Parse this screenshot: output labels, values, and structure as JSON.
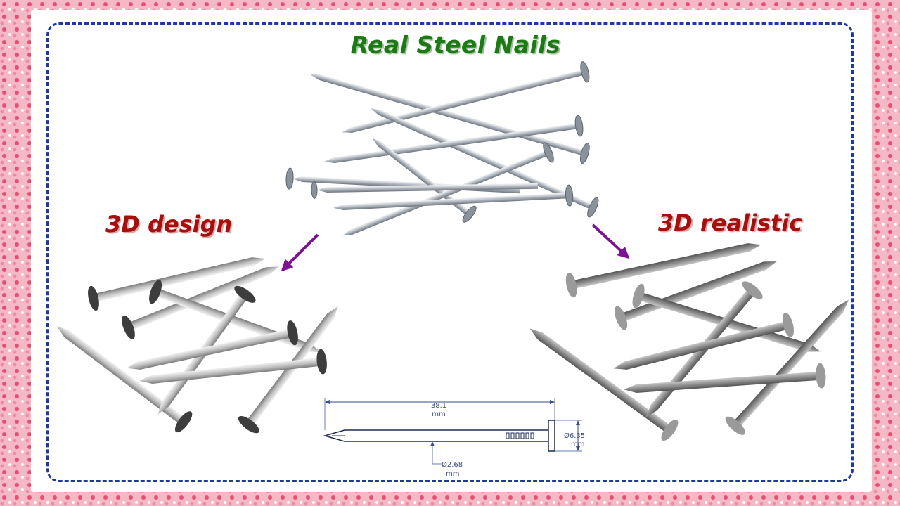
{
  "title": "Real Steel Nails",
  "labels": {
    "design": "3D design",
    "realistic": "3D realistic"
  },
  "drawing": {
    "length_value": "38.1",
    "length_unit": "mm",
    "head_value": "Ø6.35",
    "head_unit": "mm",
    "shank_value": "Ø2.68",
    "shank_unit": "mm"
  },
  "colors": {
    "title": "#1c7a14",
    "labels": "#a80e0e",
    "arrows": "#7a1490",
    "border_dash": "#1f3a9f",
    "frame": "#f5b9c6"
  },
  "icons": {
    "arrows": "diagonal-arrow",
    "nails": "steel-nail"
  }
}
